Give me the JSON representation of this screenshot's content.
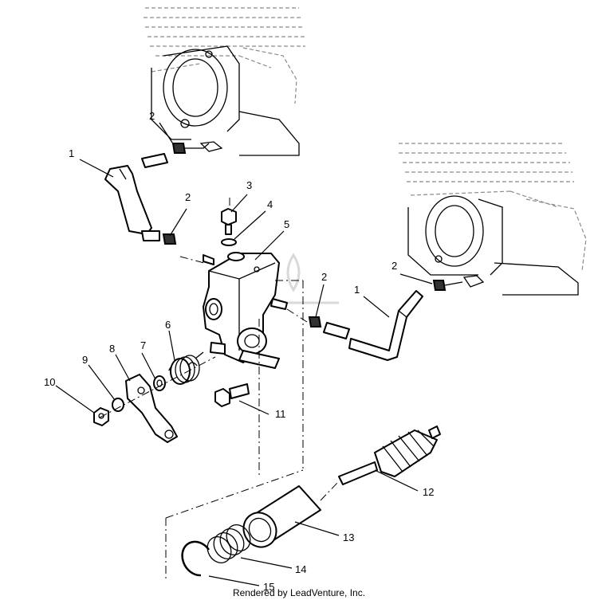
{
  "callouts": {
    "c1a": "1",
    "c1b": "1",
    "c2a": "2",
    "c2b": "2",
    "c2c": "2",
    "c2d": "2",
    "c3": "3",
    "c4": "4",
    "c5": "5",
    "c6": "6",
    "c7": "7",
    "c8": "8",
    "c9": "9",
    "c10": "10",
    "c11": "11",
    "c12": "12",
    "c13": "13",
    "c14": "14",
    "c15": "15"
  },
  "credit": "Rendered by LeadVenture, Inc."
}
